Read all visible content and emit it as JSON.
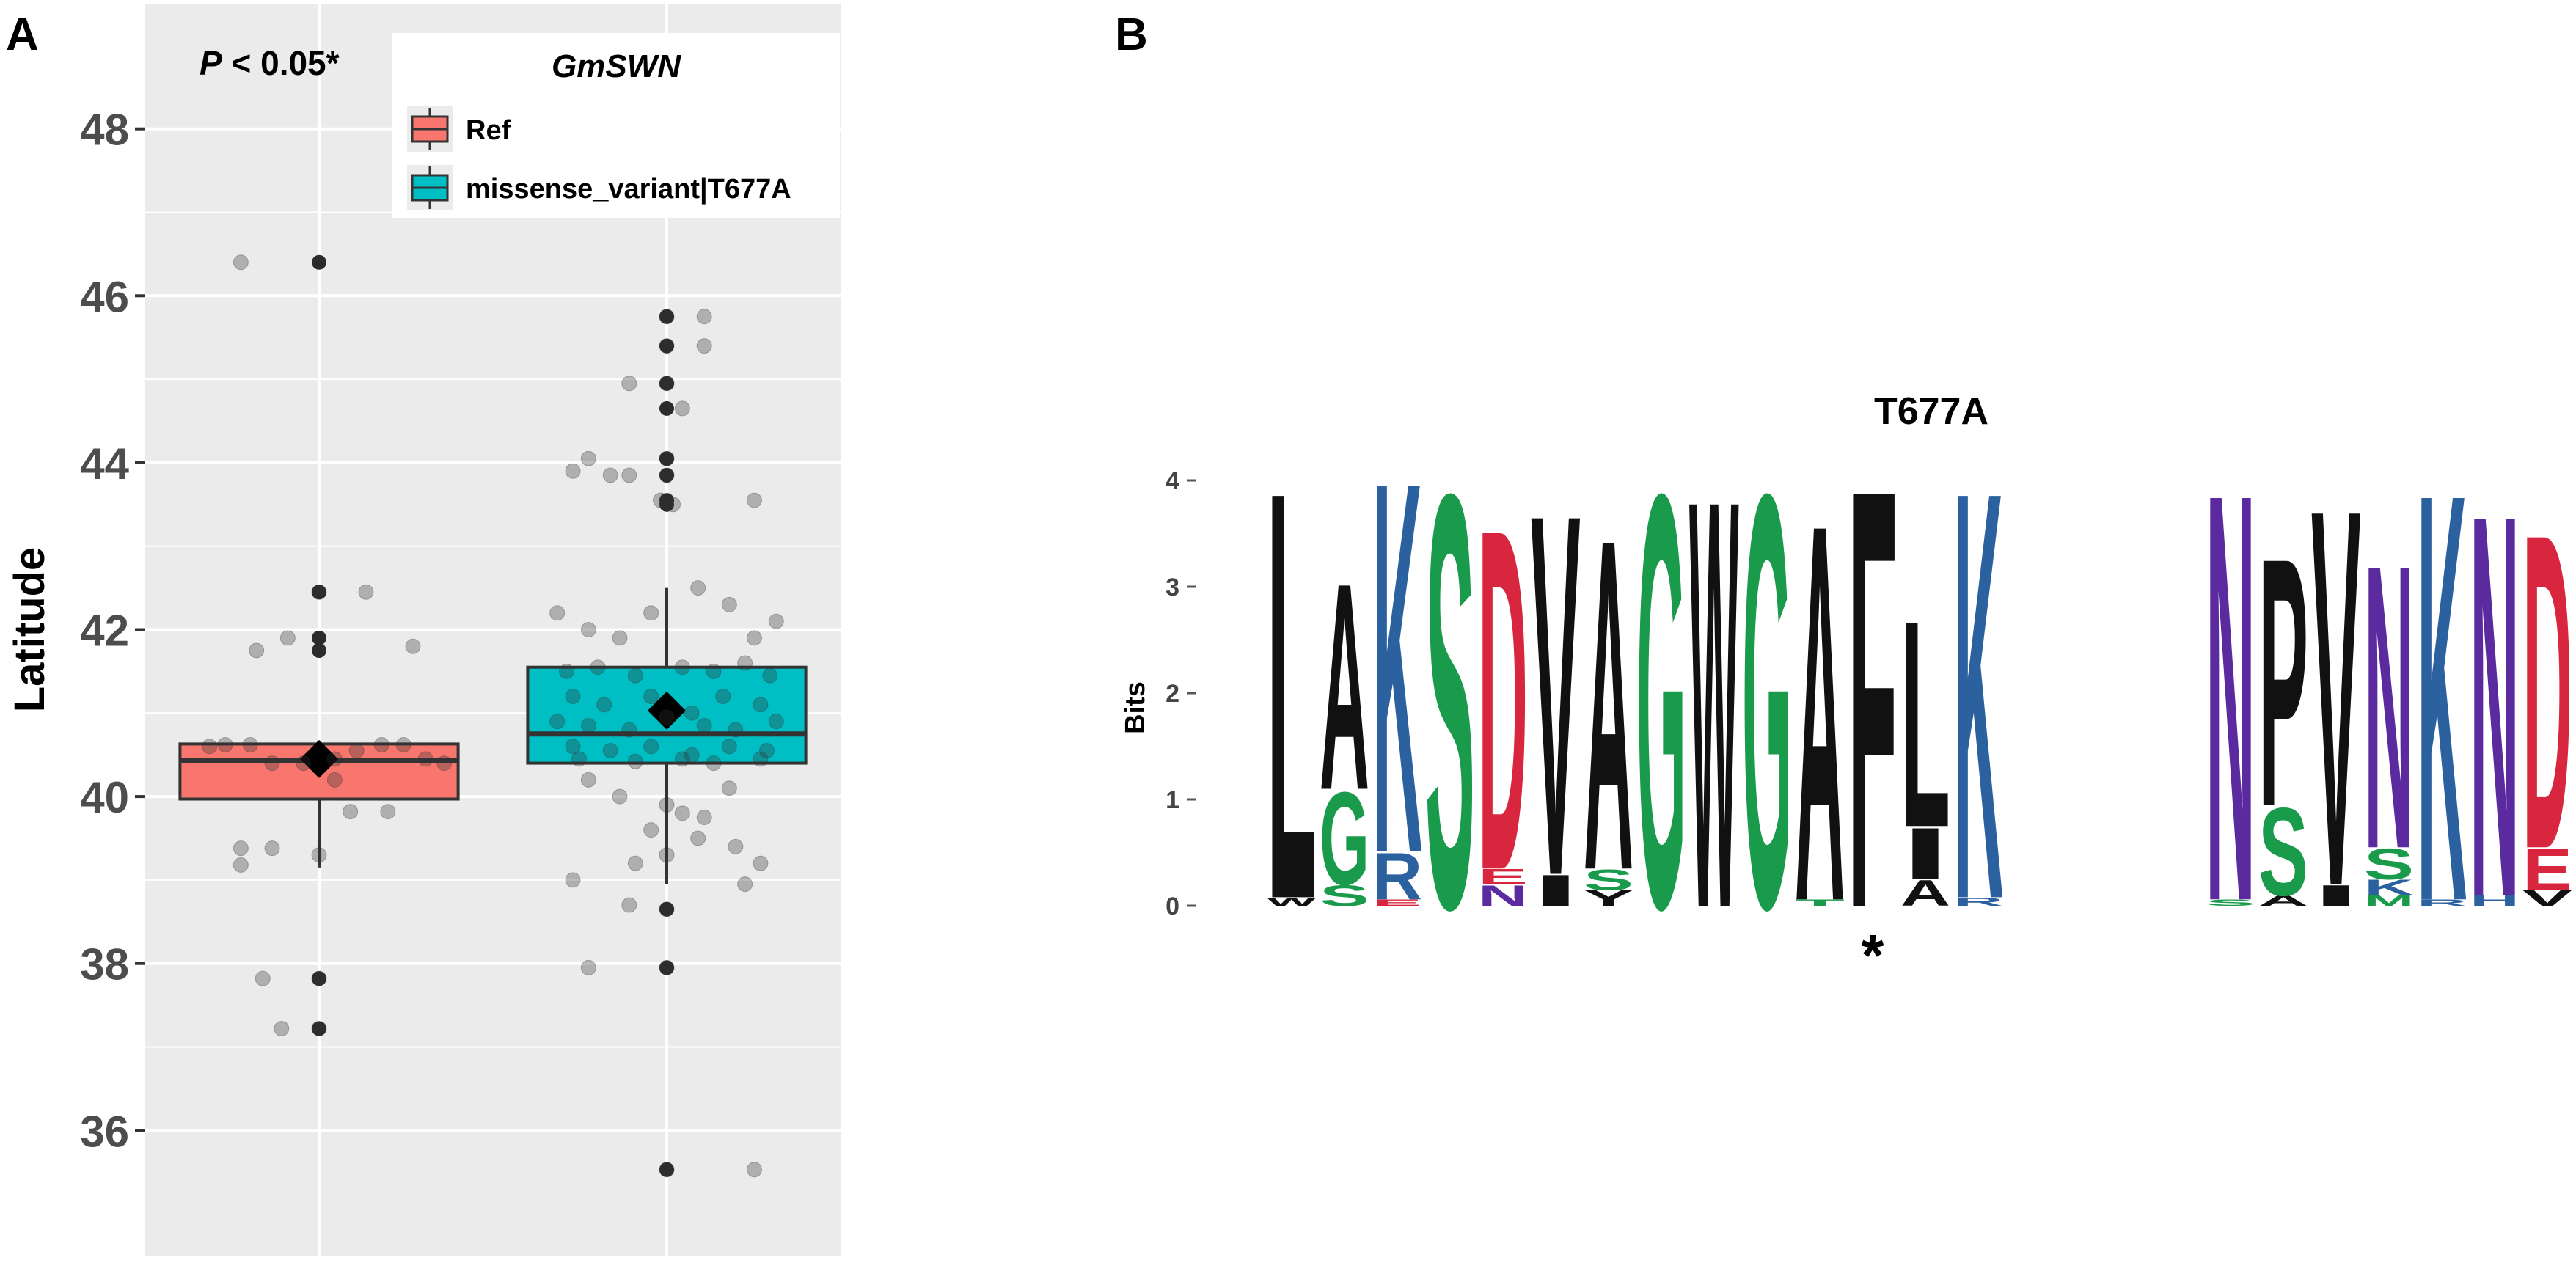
{
  "panels": {
    "a": "A",
    "b": "B"
  },
  "chart_data": [
    {
      "type": "box",
      "panel": "A",
      "ylabel": "Latitude",
      "xlabel": "",
      "ylim": [
        34.5,
        49.5
      ],
      "yticks": [
        36,
        38,
        40,
        42,
        44,
        46,
        48
      ],
      "grid": true,
      "annotation_p": "P",
      "annotation_rest": " < 0.05*",
      "legend": {
        "title": "GmSWN",
        "position": "top-right",
        "entries": [
          "Ref",
          "missense_variant|T677A"
        ]
      },
      "colors": {
        "Ref": "#f8766d",
        "missense_variant|T677A": "#00bfc4",
        "panel_bg": "#ebebeb",
        "grid": "#ffffff"
      },
      "groups": [
        {
          "name": "Ref",
          "color": "#f8766d",
          "q1": 39.97,
          "median": 40.43,
          "q3": 40.63,
          "whisker_low": 39.15,
          "whisker_high": 40.63,
          "mean": 40.45,
          "outliers": [
            46.4,
            42.45,
            41.9,
            41.75,
            37.82,
            37.22
          ],
          "points": [
            [
              -0.25,
              46.4
            ],
            [
              -0.2,
              41.75
            ],
            [
              -0.1,
              41.9
            ],
            [
              0.0,
              42.45
            ],
            [
              0.15,
              42.45
            ],
            [
              0.3,
              41.8
            ],
            [
              -0.35,
              40.6
            ],
            [
              -0.3,
              40.62
            ],
            [
              -0.22,
              40.62
            ],
            [
              -0.15,
              40.4
            ],
            [
              -0.05,
              40.4
            ],
            [
              0.05,
              40.45
            ],
            [
              0.12,
              40.55
            ],
            [
              0.2,
              40.62
            ],
            [
              0.27,
              40.62
            ],
            [
              0.34,
              40.45
            ],
            [
              0.4,
              40.4
            ],
            [
              0.05,
              40.2
            ],
            [
              0.1,
              39.82
            ],
            [
              0.22,
              39.82
            ],
            [
              -0.25,
              39.38
            ],
            [
              -0.15,
              39.38
            ],
            [
              -0.25,
              39.18
            ],
            [
              0.0,
              39.3
            ],
            [
              -0.18,
              37.82
            ],
            [
              0.0,
              37.82
            ],
            [
              -0.12,
              37.22
            ],
            [
              0.0,
              37.22
            ]
          ]
        },
        {
          "name": "missense_variant|T677A",
          "color": "#00bfc4",
          "q1": 40.4,
          "median": 40.75,
          "q3": 41.55,
          "whisker_low": 38.95,
          "whisker_high": 42.5,
          "mean": 41.03,
          "outliers": [
            45.75,
            45.4,
            44.95,
            44.65,
            44.05,
            43.85,
            43.55,
            43.5,
            38.65,
            37.95,
            35.53
          ],
          "points": [
            [
              0.0,
              45.75
            ],
            [
              0.12,
              45.75
            ],
            [
              0.12,
              45.4
            ],
            [
              0.0,
              45.4
            ],
            [
              -0.12,
              44.95
            ],
            [
              0.0,
              44.95
            ],
            [
              0.05,
              44.65
            ],
            [
              -0.25,
              44.05
            ],
            [
              -0.3,
              43.9
            ],
            [
              -0.18,
              43.85
            ],
            [
              -0.12,
              43.85
            ],
            [
              0.0,
              44.05
            ],
            [
              0.0,
              43.85
            ],
            [
              -0.02,
              43.55
            ],
            [
              0.02,
              43.5
            ],
            [
              0.28,
              43.55
            ],
            [
              -0.35,
              42.2
            ],
            [
              -0.25,
              42.0
            ],
            [
              -0.15,
              41.9
            ],
            [
              -0.05,
              42.2
            ],
            [
              0.1,
              42.5
            ],
            [
              0.2,
              42.3
            ],
            [
              0.28,
              41.9
            ],
            [
              0.35,
              42.1
            ],
            [
              -0.32,
              41.5
            ],
            [
              -0.22,
              41.55
            ],
            [
              -0.1,
              41.45
            ],
            [
              0.05,
              41.55
            ],
            [
              0.15,
              41.5
            ],
            [
              0.25,
              41.6
            ],
            [
              0.33,
              41.45
            ],
            [
              -0.3,
              41.2
            ],
            [
              -0.2,
              41.1
            ],
            [
              -0.05,
              41.2
            ],
            [
              0.08,
              41.0
            ],
            [
              0.18,
              41.2
            ],
            [
              0.3,
              41.1
            ],
            [
              -0.35,
              40.9
            ],
            [
              -0.25,
              40.85
            ],
            [
              -0.12,
              40.8
            ],
            [
              0.0,
              40.95
            ],
            [
              0.12,
              40.85
            ],
            [
              0.22,
              40.8
            ],
            [
              0.35,
              40.9
            ],
            [
              -0.3,
              40.6
            ],
            [
              -0.18,
              40.55
            ],
            [
              -0.05,
              40.6
            ],
            [
              0.08,
              40.5
            ],
            [
              0.2,
              40.6
            ],
            [
              0.32,
              40.55
            ],
            [
              -0.28,
              40.45
            ],
            [
              -0.1,
              40.42
            ],
            [
              0.05,
              40.45
            ],
            [
              0.15,
              40.4
            ],
            [
              0.3,
              40.45
            ],
            [
              -0.25,
              40.2
            ],
            [
              -0.15,
              40.0
            ],
            [
              0.0,
              39.9
            ],
            [
              0.05,
              39.8
            ],
            [
              0.12,
              39.75
            ],
            [
              0.2,
              40.1
            ],
            [
              -0.05,
              39.6
            ],
            [
              0.0,
              39.3
            ],
            [
              -0.1,
              39.2
            ],
            [
              0.1,
              39.5
            ],
            [
              0.22,
              39.4
            ],
            [
              0.3,
              39.2
            ],
            [
              -0.3,
              39.0
            ],
            [
              -0.12,
              38.7
            ],
            [
              0.0,
              38.65
            ],
            [
              0.25,
              38.95
            ],
            [
              -0.25,
              37.95
            ],
            [
              0.0,
              37.95
            ],
            [
              0.0,
              35.53
            ],
            [
              0.28,
              35.53
            ]
          ]
        }
      ]
    },
    {
      "type": "sequence-logo",
      "panel": "B",
      "title": "T677A",
      "ylabel": "Bits",
      "ylim": [
        0,
        4
      ],
      "yticks": [
        0,
        1,
        2,
        3,
        4
      ],
      "marker": "*",
      "marker_column": 11,
      "residue_colors": {
        "black": "#111111",
        "green": "#1a9b4b",
        "blue": "#2c61a0",
        "red": "#d7263d",
        "purple": "#5b2a9e"
      },
      "segments": [
        {
          "columns": [
            {
              "letters": [
                {
                  "char": "W",
                  "h": 0.08,
                  "color": "#111111"
                },
                {
                  "char": "L",
                  "h": 3.95,
                  "color": "#111111"
                }
              ]
            },
            {
              "letters": [
                {
                  "char": "S",
                  "h": 0.2,
                  "color": "#1a9b4b"
                },
                {
                  "char": "G",
                  "h": 0.9,
                  "color": "#1a9b4b"
                },
                {
                  "char": "A",
                  "h": 2.0,
                  "color": "#111111"
                }
              ]
            },
            {
              "letters": [
                {
                  "char": "E",
                  "h": 0.06,
                  "color": "#d7263d"
                },
                {
                  "char": "R",
                  "h": 0.45,
                  "color": "#2c61a0"
                },
                {
                  "char": "K",
                  "h": 3.6,
                  "color": "#2c61a0"
                }
              ]
            },
            {
              "letters": [
                {
                  "char": "S",
                  "h": 4.0,
                  "color": "#1a9b4b"
                }
              ]
            },
            {
              "letters": [
                {
                  "char": "N",
                  "h": 0.2,
                  "color": "#5b2a9e"
                },
                {
                  "char": "E",
                  "h": 0.15,
                  "color": "#d7263d"
                },
                {
                  "char": "D",
                  "h": 3.3,
                  "color": "#d7263d"
                }
              ]
            },
            {
              "letters": [
                {
                  "char": "I",
                  "h": 0.3,
                  "color": "#111111"
                },
                {
                  "char": "V",
                  "h": 3.5,
                  "color": "#111111"
                }
              ]
            },
            {
              "letters": [
                {
                  "char": "Y",
                  "h": 0.15,
                  "color": "#111111"
                },
                {
                  "char": "S",
                  "h": 0.2,
                  "color": "#1a9b4b"
                },
                {
                  "char": "A",
                  "h": 3.2,
                  "color": "#111111"
                }
              ]
            },
            {
              "letters": [
                {
                  "char": "G",
                  "h": 4.0,
                  "color": "#1a9b4b"
                }
              ]
            },
            {
              "letters": [
                {
                  "char": "W",
                  "h": 3.95,
                  "color": "#111111"
                }
              ]
            },
            {
              "letters": [
                {
                  "char": "G",
                  "h": 4.0,
                  "color": "#1a9b4b"
                }
              ]
            },
            {
              "letters": [
                {
                  "char": "T",
                  "h": 0.06,
                  "color": "#1a9b4b"
                },
                {
                  "char": "A",
                  "h": 3.65,
                  "color": "#111111"
                }
              ]
            },
            {
              "letters": [
                {
                  "char": "F",
                  "h": 4.05,
                  "color": "#111111"
                }
              ]
            },
            {
              "letters": [
                {
                  "char": "A",
                  "h": 0.25,
                  "color": "#111111"
                },
                {
                  "char": "I",
                  "h": 0.5,
                  "color": "#111111"
                },
                {
                  "char": "L",
                  "h": 2.0,
                  "color": "#111111"
                }
              ]
            },
            {
              "letters": [
                {
                  "char": "R",
                  "h": 0.08,
                  "color": "#2c61a0"
                },
                {
                  "char": "K",
                  "h": 3.95,
                  "color": "#2c61a0"
                }
              ]
            }
          ]
        },
        {
          "columns": [
            {
              "letters": [
                {
                  "char": "S",
                  "h": 0.06,
                  "color": "#1a9b4b"
                },
                {
                  "char": "N",
                  "h": 3.95,
                  "color": "#5b2a9e"
                }
              ]
            },
            {
              "letters": [
                {
                  "char": "A",
                  "h": 0.1,
                  "color": "#111111"
                },
                {
                  "char": "S",
                  "h": 0.85,
                  "color": "#1a9b4b"
                },
                {
                  "char": "P",
                  "h": 2.4,
                  "color": "#111111"
                }
              ]
            },
            {
              "letters": [
                {
                  "char": "I",
                  "h": 0.2,
                  "color": "#111111"
                },
                {
                  "char": "V",
                  "h": 3.65,
                  "color": "#111111"
                }
              ]
            },
            {
              "letters": [
                {
                  "char": "M",
                  "h": 0.1,
                  "color": "#1a9b4b"
                },
                {
                  "char": "K",
                  "h": 0.15,
                  "color": "#2c61a0"
                },
                {
                  "char": "S",
                  "h": 0.3,
                  "color": "#1a9b4b"
                },
                {
                  "char": "N",
                  "h": 2.75,
                  "color": "#5b2a9e"
                }
              ]
            },
            {
              "letters": [
                {
                  "char": "R",
                  "h": 0.06,
                  "color": "#2c61a0"
                },
                {
                  "char": "K",
                  "h": 3.95,
                  "color": "#2c61a0"
                }
              ]
            },
            {
              "letters": [
                {
                  "char": "H",
                  "h": 0.1,
                  "color": "#2c61a0"
                },
                {
                  "char": "N",
                  "h": 3.7,
                  "color": "#5b2a9e"
                }
              ]
            },
            {
              "letters": [
                {
                  "char": "V",
                  "h": 0.15,
                  "color": "#111111"
                },
                {
                  "char": "E",
                  "h": 0.4,
                  "color": "#d7263d"
                },
                {
                  "char": "D",
                  "h": 3.05,
                  "color": "#d7263d"
                }
              ]
            }
          ]
        }
      ]
    }
  ]
}
